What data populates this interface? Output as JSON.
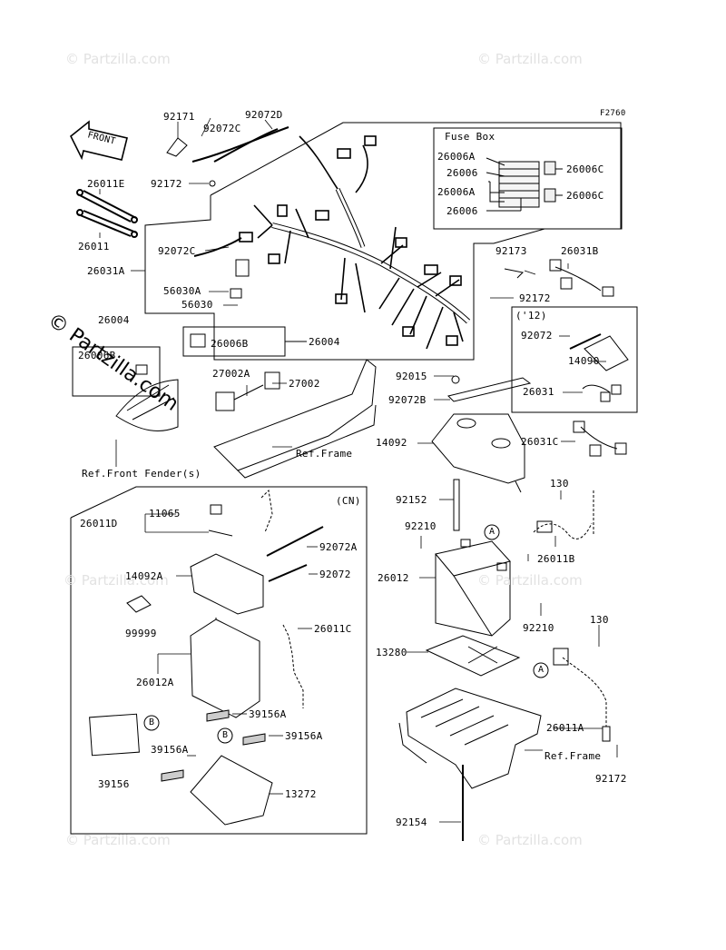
{
  "diagram": {
    "figure_code": "F2760",
    "front_arrow": "FRONT",
    "watermark_text": "© Partzilla.com",
    "fuse_box": {
      "title": "Fuse Box"
    },
    "variant_12": "('12)",
    "variant_cn": "(CN)",
    "refs": {
      "front_fender": "Ref.Front Fender(s)",
      "frame_1": "Ref.Frame",
      "frame_2": "Ref.Frame"
    },
    "callouts": {
      "a1": "A",
      "a2": "A",
      "b1": "B",
      "b2": "B"
    },
    "parts": {
      "p92171": "92171",
      "p92072C_top": "92072C",
      "p92072D": "92072D",
      "p26011E": "26011E",
      "p92172_top": "92172",
      "p26011": "26011",
      "p26006A_1": "26006A",
      "p26006_1": "26006",
      "p26006A_2": "26006A",
      "p26006_2": "26006",
      "p26006C_1": "26006C",
      "p26006C_2": "26006C",
      "p92072C_mid": "92072C",
      "p26031A": "26031A",
      "p56030A": "56030A",
      "p56030": "56030",
      "p26006B_1": "26006B",
      "p26004_1": "26004",
      "p26004_2": "26004",
      "p26006B_2": "26006B",
      "p92173": "92173",
      "p26031B": "26031B",
      "p92172_mid": "92172",
      "p92072_12": "92072",
      "p14090": "14090",
      "p26031": "26031",
      "p26031C": "26031C",
      "p27002A": "27002A",
      "p27002": "27002",
      "p92015": "92015",
      "p92072B": "92072B",
      "p14092": "14092",
      "p92152": "92152",
      "p130_1": "130",
      "p92210_1": "92210",
      "p26011B": "26011B",
      "p26012": "26012",
      "p92210_2": "92210",
      "p130_2": "130",
      "p13280": "13280",
      "p26011A": "26011A",
      "p92172_bot": "92172",
      "p92154": "92154",
      "p11065": "11065",
      "p26011D": "26011D",
      "p92072A": "92072A",
      "p14092A": "14092A",
      "p92072_cn": "92072",
      "p99999": "99999",
      "p26011C": "26011C",
      "p26012A": "26012A",
      "p39156A_1": "39156A",
      "p39156A_2": "39156A",
      "p39156A_3": "39156A",
      "p39156": "39156",
      "p13272": "13272"
    }
  }
}
